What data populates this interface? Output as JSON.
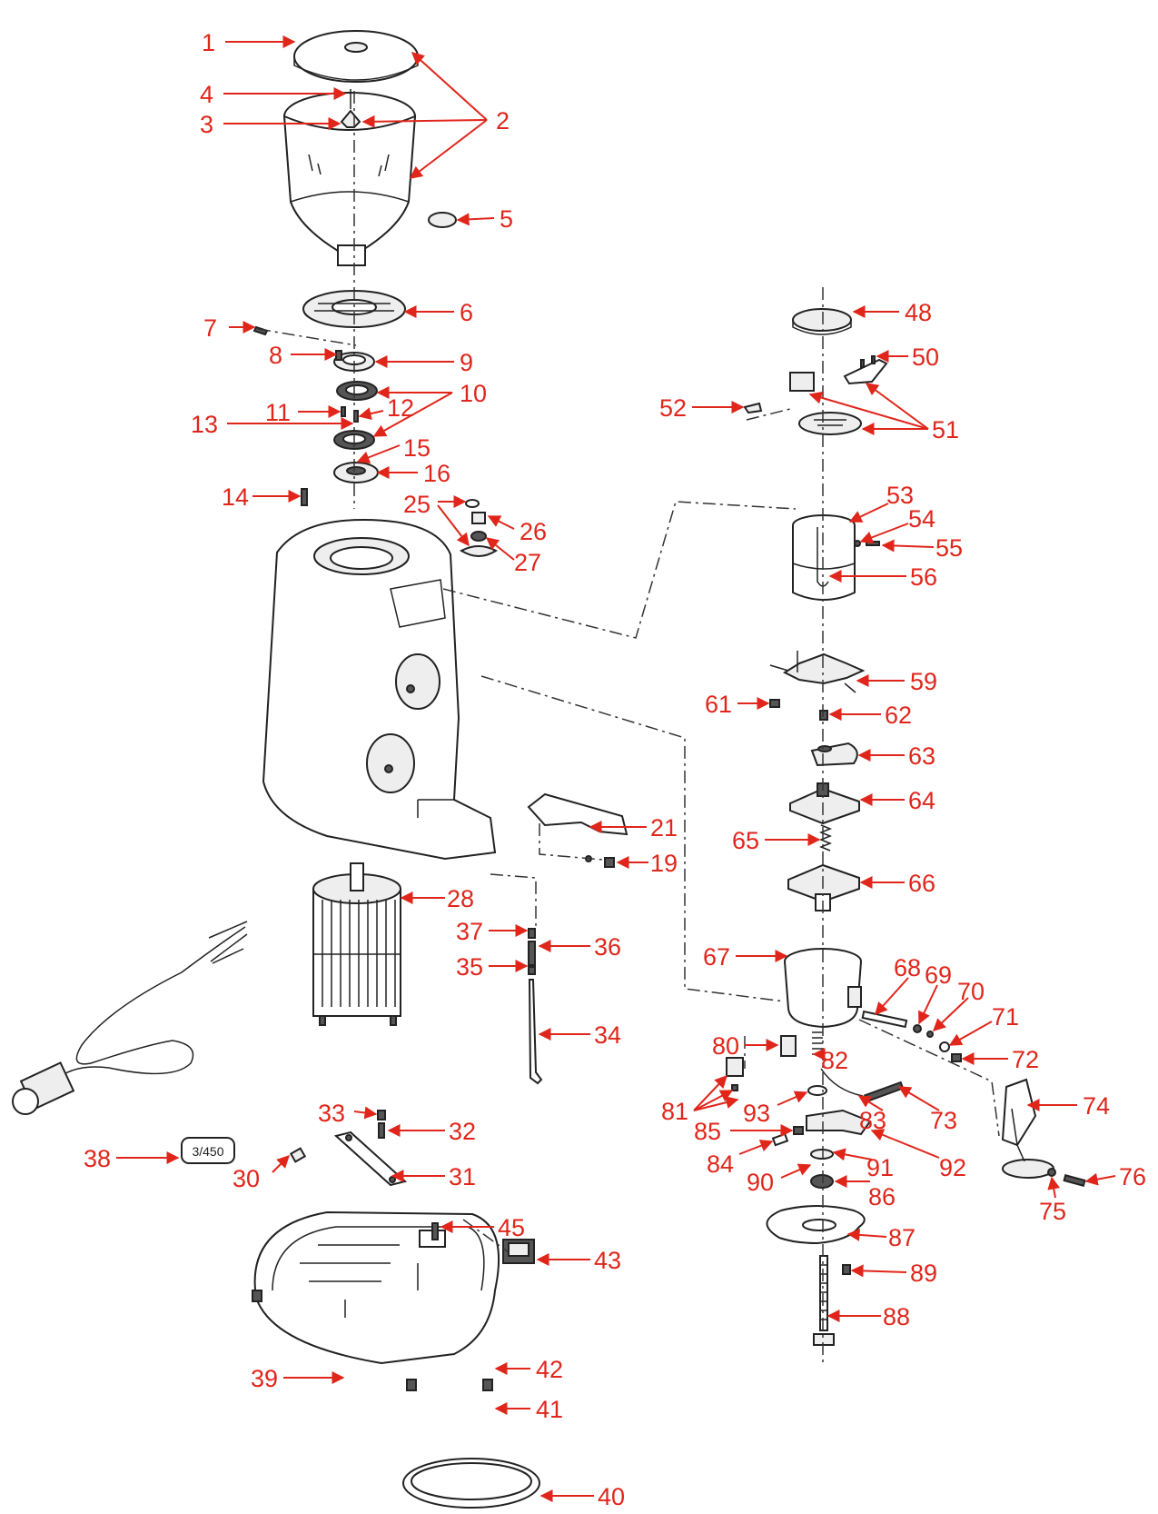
{
  "diagram": {
    "label_color": "#e0261b",
    "line_color": "#222222",
    "labels": [
      {
        "id": "p1",
        "text": "1"
      },
      {
        "id": "p2",
        "text": "2"
      },
      {
        "id": "p3",
        "text": "3"
      },
      {
        "id": "p4",
        "text": "4"
      },
      {
        "id": "p5",
        "text": "5"
      },
      {
        "id": "p6",
        "text": "6"
      },
      {
        "id": "p7",
        "text": "7"
      },
      {
        "id": "p8",
        "text": "8"
      },
      {
        "id": "p9",
        "text": "9"
      },
      {
        "id": "p10",
        "text": "10"
      },
      {
        "id": "p11",
        "text": "11"
      },
      {
        "id": "p12",
        "text": "12"
      },
      {
        "id": "p13",
        "text": "13"
      },
      {
        "id": "p14",
        "text": "14"
      },
      {
        "id": "p15",
        "text": "15"
      },
      {
        "id": "p16",
        "text": "16"
      },
      {
        "id": "p19",
        "text": "19"
      },
      {
        "id": "p21",
        "text": "21"
      },
      {
        "id": "p25",
        "text": "25"
      },
      {
        "id": "p26",
        "text": "26"
      },
      {
        "id": "p27",
        "text": "27"
      },
      {
        "id": "p28",
        "text": "28"
      },
      {
        "id": "p30",
        "text": "30"
      },
      {
        "id": "p31",
        "text": "31"
      },
      {
        "id": "p32",
        "text": "32"
      },
      {
        "id": "p33",
        "text": "33"
      },
      {
        "id": "p34",
        "text": "34"
      },
      {
        "id": "p35",
        "text": "35"
      },
      {
        "id": "p36",
        "text": "36"
      },
      {
        "id": "p37",
        "text": "37"
      },
      {
        "id": "p38",
        "text": "38"
      },
      {
        "id": "p39",
        "text": "39"
      },
      {
        "id": "p40",
        "text": "40"
      },
      {
        "id": "p41",
        "text": "41"
      },
      {
        "id": "p42",
        "text": "42"
      },
      {
        "id": "p43",
        "text": "43"
      },
      {
        "id": "p45",
        "text": "45"
      },
      {
        "id": "p48",
        "text": "48"
      },
      {
        "id": "p50",
        "text": "50"
      },
      {
        "id": "p51",
        "text": "51"
      },
      {
        "id": "p52",
        "text": "52"
      },
      {
        "id": "p53",
        "text": "53"
      },
      {
        "id": "p54",
        "text": "54"
      },
      {
        "id": "p55",
        "text": "55"
      },
      {
        "id": "p56",
        "text": "56"
      },
      {
        "id": "p59",
        "text": "59"
      },
      {
        "id": "p61",
        "text": "61"
      },
      {
        "id": "p62",
        "text": "62"
      },
      {
        "id": "p63",
        "text": "63"
      },
      {
        "id": "p64",
        "text": "64"
      },
      {
        "id": "p65",
        "text": "65"
      },
      {
        "id": "p66",
        "text": "66"
      },
      {
        "id": "p67",
        "text": "67"
      },
      {
        "id": "p68",
        "text": "68"
      },
      {
        "id": "p69",
        "text": "69"
      },
      {
        "id": "p70",
        "text": "70"
      },
      {
        "id": "p71",
        "text": "71"
      },
      {
        "id": "p72",
        "text": "72"
      },
      {
        "id": "p73",
        "text": "73"
      },
      {
        "id": "p74",
        "text": "74"
      },
      {
        "id": "p75",
        "text": "75"
      },
      {
        "id": "p76",
        "text": "76"
      },
      {
        "id": "p80",
        "text": "80"
      },
      {
        "id": "p81",
        "text": "81"
      },
      {
        "id": "p82",
        "text": "82"
      },
      {
        "id": "p83",
        "text": "83"
      },
      {
        "id": "p84",
        "text": "84"
      },
      {
        "id": "p85",
        "text": "85"
      },
      {
        "id": "p86",
        "text": "86"
      },
      {
        "id": "p87",
        "text": "87"
      },
      {
        "id": "p88",
        "text": "88"
      },
      {
        "id": "p89",
        "text": "89"
      },
      {
        "id": "p90",
        "text": "90"
      },
      {
        "id": "p91",
        "text": "91"
      },
      {
        "id": "p92",
        "text": "92"
      },
      {
        "id": "p93",
        "text": "93"
      }
    ],
    "capacitor_marking": "3/450"
  }
}
